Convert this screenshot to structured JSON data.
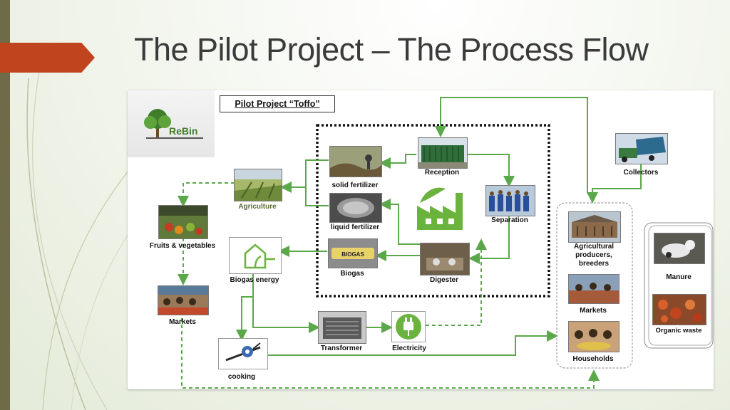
{
  "slide": {
    "title": "The Pilot Project – The Process Flow"
  },
  "diagram": {
    "pilot_label": "Pilot Project “Toffo”",
    "logo_text": "ReBin",
    "nodes": {
      "reception": "Reception",
      "collectors": "Collectors",
      "solid_fertilizer": "solid fertilizer",
      "liquid_fertilizer": "liquid fertilizer",
      "separation": "Separation",
      "agriculture": "Agriculture",
      "fruits_vegetables": "Fruits & vegetables",
      "biogas": "Biogas",
      "biogas_sign": "BIOGAS",
      "biogas_energy": "Biogas energy",
      "digester": "Digester",
      "markets_left": "Markets",
      "transformer": "Transformer",
      "electricity": "Electricity",
      "cooking": "cooking",
      "agri_producers": "Agricultural producers, breeders",
      "markets_right": "Markets",
      "households": "Households",
      "manure": "Manure",
      "organic_waste": "Organic waste"
    }
  },
  "colors": {
    "accent_orange": "#c0451f",
    "flow_green": "#5aa84a",
    "title_text": "#3b3b3b",
    "sidebar": "#6f6a47"
  }
}
